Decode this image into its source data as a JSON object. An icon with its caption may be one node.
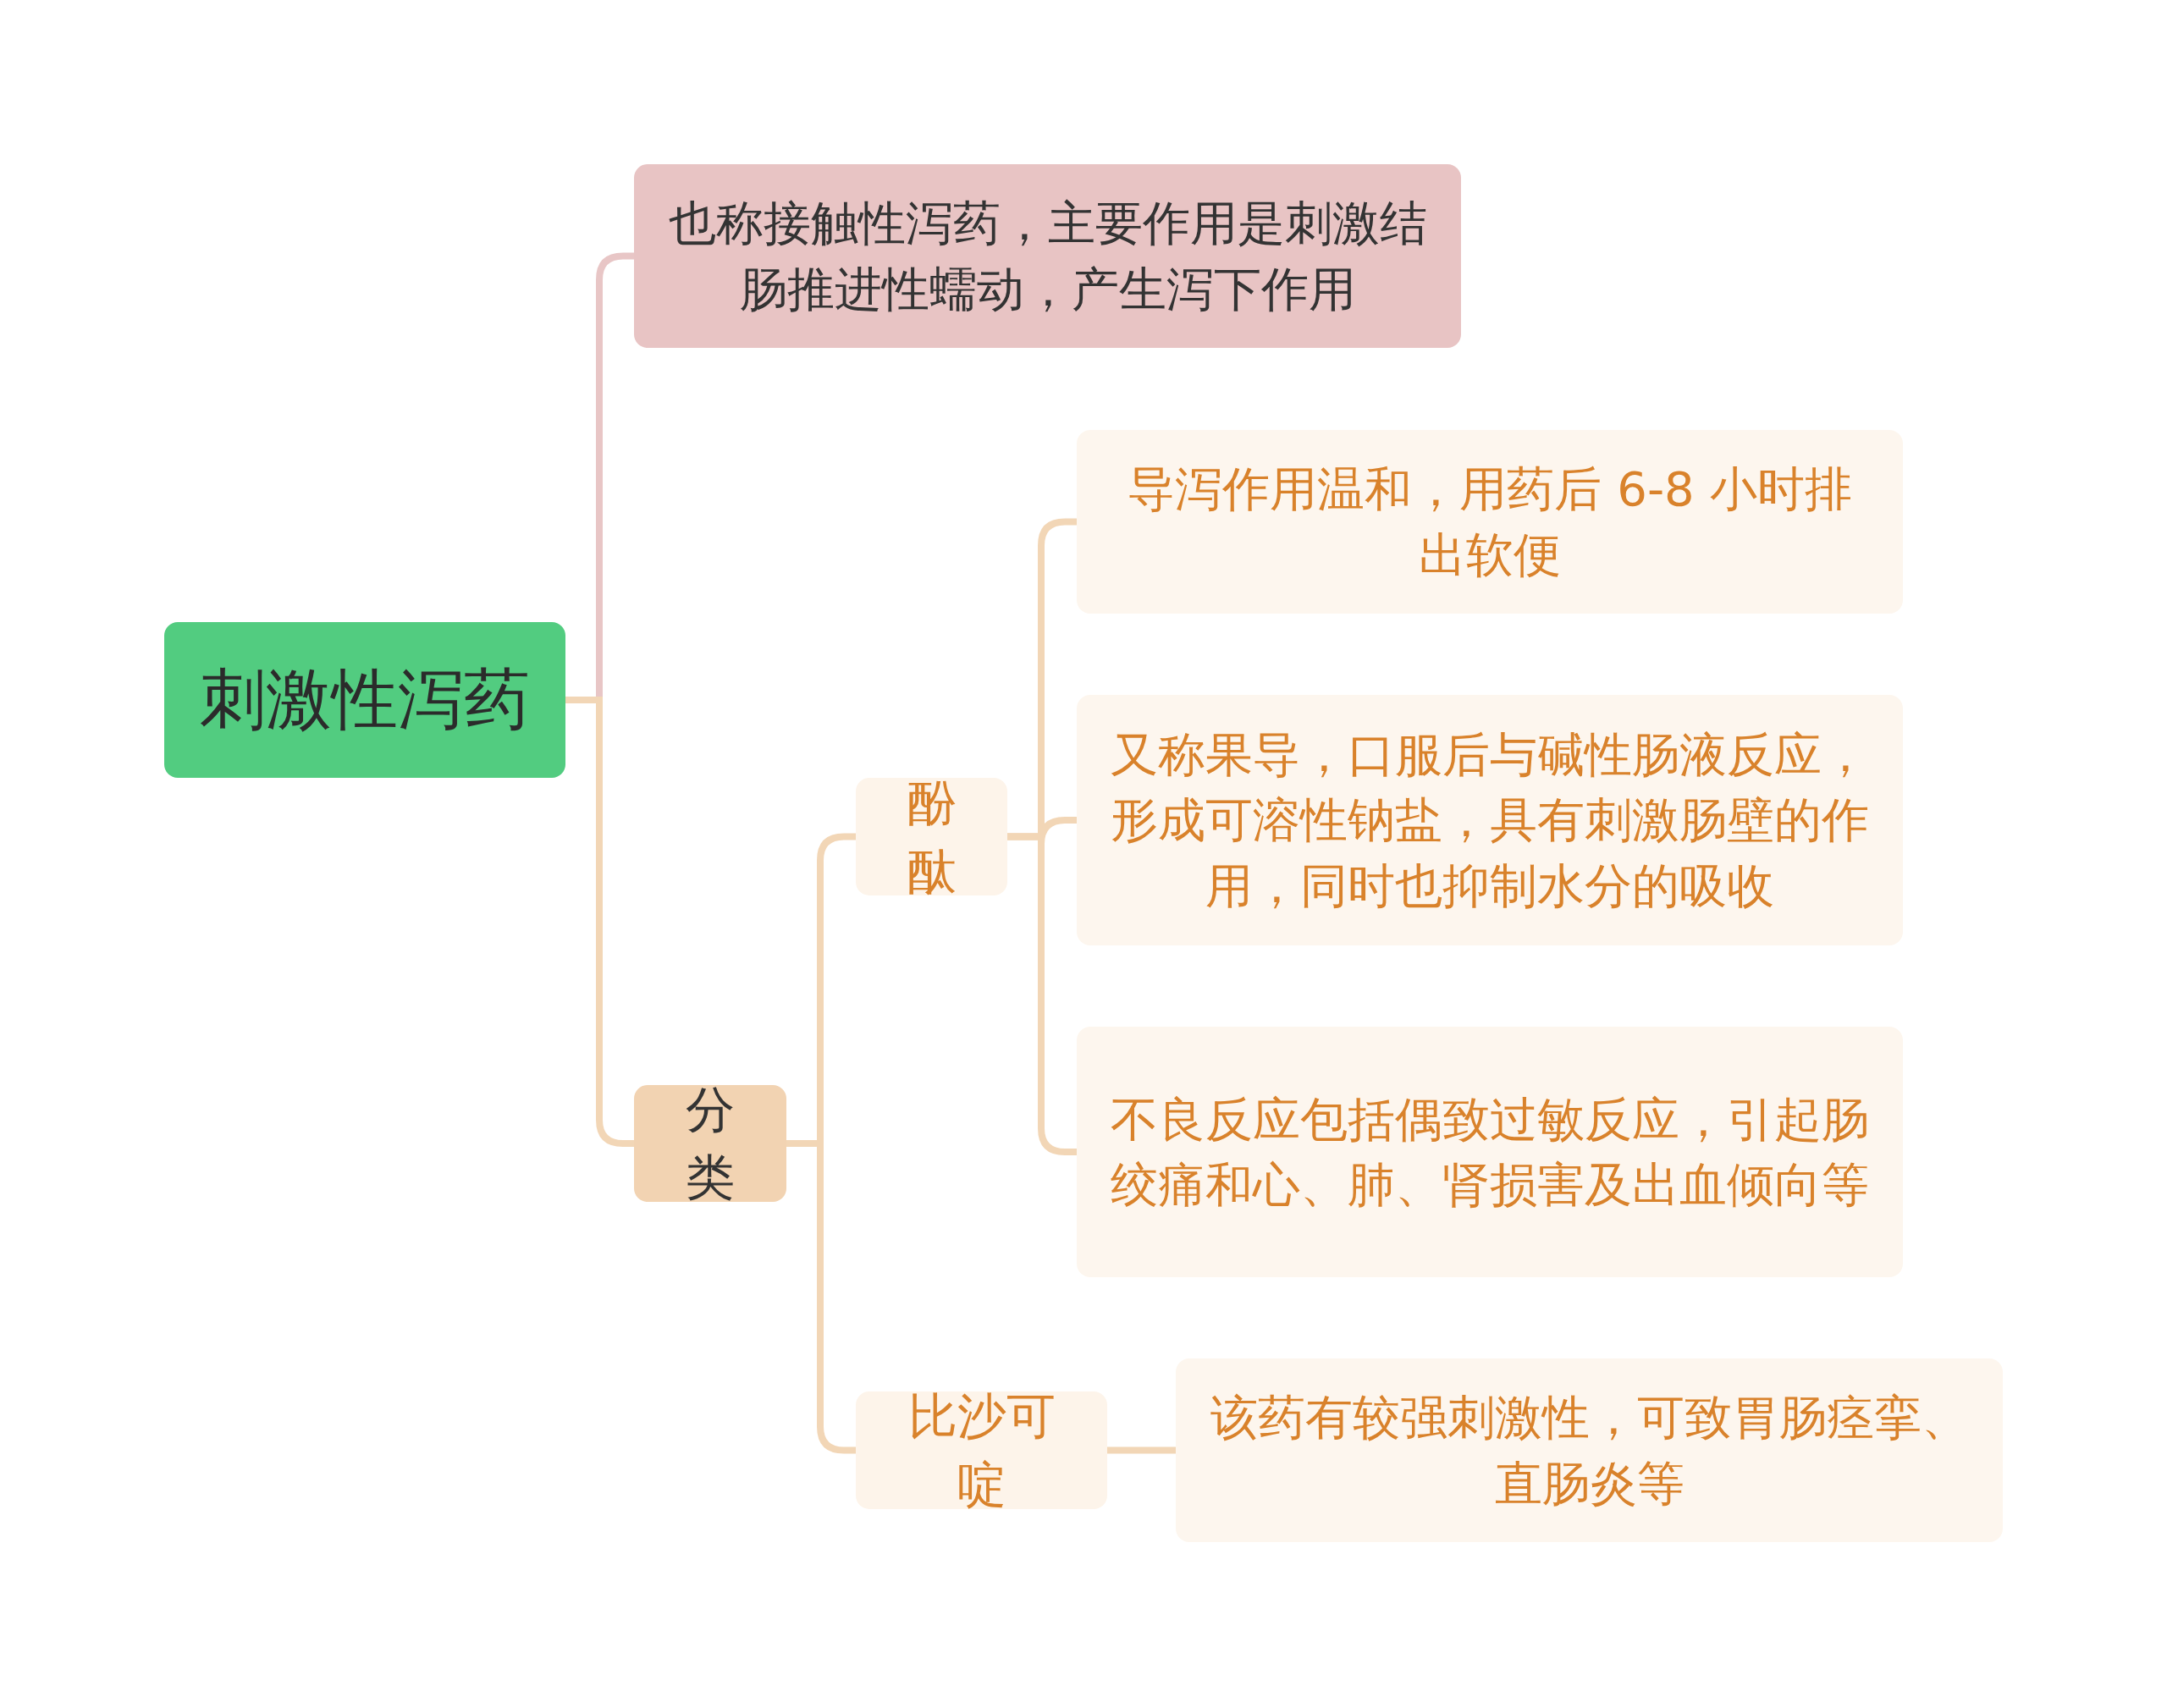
{
  "diagram": {
    "nodes": [
      {
        "text": [
          "刺激性泻药"
        ]
      },
      {
        "text": [
          "也称接触性泻药，主要作用是刺激结肠推进性蠕动，产生泻下作用"
        ]
      },
      {
        "text": [
          "分类"
        ]
      },
      {
        "text": [
          "酚酞"
        ]
      },
      {
        "text": [
          "导泻作用温和，用药后 6-8 小时排出软便"
        ]
      },
      {
        "text": [
          "又称果导，口服后与碱性肠液反应，形成可溶性钠盐，具有刺激肠壁的作用，同时也抑制水分的吸收"
        ]
      },
      {
        "text": [
          "不良反应包括偶致过敏反应，引起肠绞痛和心、肺、肾损害及出血倾向等"
        ]
      },
      {
        "text": [
          "比沙可啶"
        ]
      },
      {
        "text": [
          "该药有较强刺激性，可致胃肠痉挛、直肠炎等"
        ]
      }
    ],
    "edges": [
      {
        "from": 0,
        "to": 1,
        "arrow": "none",
        "color": "#e8c6c6"
      },
      {
        "from": 0,
        "to": 2,
        "arrow": "none"
      },
      {
        "from": 2,
        "to": 3,
        "arrow": "none"
      },
      {
        "from": 3,
        "to": 4,
        "arrow": "none"
      },
      {
        "from": 3,
        "to": 5,
        "arrow": "none"
      },
      {
        "from": 3,
        "to": 6,
        "arrow": "none"
      },
      {
        "from": 2,
        "to": 7,
        "arrow": "none"
      },
      {
        "from": 7,
        "to": 8,
        "arrow": "none"
      }
    ]
  }
}
